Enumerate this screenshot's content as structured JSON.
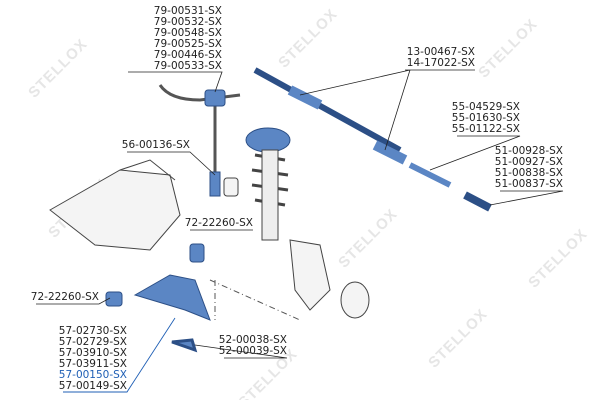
{
  "watermark": "STELLOX",
  "labels": {
    "stabilizer_links": [
      "79-00531-SX",
      "79-00532-SX",
      "79-00548-SX",
      "79-00525-SX",
      "79-00446-SX",
      "79-00533-SX"
    ],
    "steering_rack": [
      "13-00467-SX",
      "14-17022-SX"
    ],
    "tie_rod": [
      "55-04529-SX",
      "55-01630-SX",
      "55-01122-SX"
    ],
    "tie_rod_end": [
      "51-00928-SX",
      "51-00927-SX",
      "51-00838-SX",
      "51-00837-SX"
    ],
    "stabilizer_bushing": [
      "56-00136-SX"
    ],
    "arm_bushing_upper": [
      "72-22260-SX"
    ],
    "arm_bushing_lower": [
      "72-22260-SX"
    ],
    "control_arm": [
      "57-02730-SX",
      "57-02729-SX",
      "57-03910-SX",
      "57-03911-SX",
      "57-00150-SX",
      "57-00149-SX"
    ],
    "ball_joint": [
      "52-00038-SX",
      "52-00039-SX"
    ]
  },
  "colors": {
    "part": "#5b86c4",
    "part_dark": "#2c4f86",
    "highlight": "#1f5fb5",
    "line": "#222222"
  }
}
